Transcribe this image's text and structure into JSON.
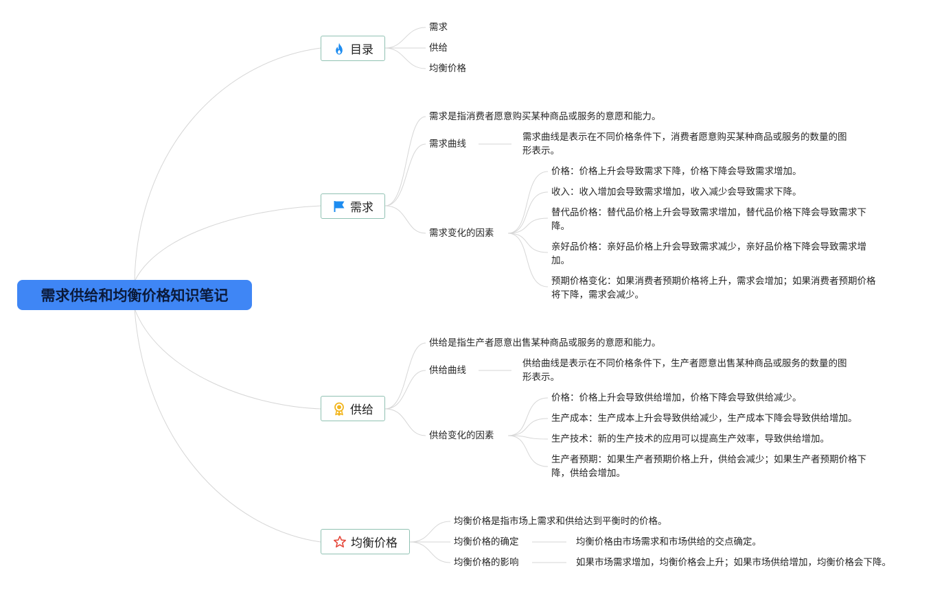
{
  "root": "需求供给和均衡价格知识笔记",
  "toc": {
    "label": "目录",
    "icon": "flame-icon",
    "items": [
      "需求",
      "供给",
      "均衡价格"
    ]
  },
  "demand": {
    "label": "需求",
    "icon": "flag-icon",
    "definition": "需求是指消费者愿意购买某种商品或服务的意愿和能力。",
    "curve_label": "需求曲线",
    "curve_desc_1": "需求曲线是表示在不同价格条件下，消费者愿意购买某种商品或服务的数量的图",
    "curve_desc_2": "形表示。",
    "factors_label": "需求变化的因素",
    "factors": [
      {
        "line1": "价格：价格上升会导致需求下降，价格下降会导致需求增加。",
        "line2": ""
      },
      {
        "line1": "收入：收入增加会导致需求增加，收入减少会导致需求下降。",
        "line2": ""
      },
      {
        "line1": "替代品价格：替代品价格上升会导致需求增加，替代品价格下降会导致需求下",
        "line2": "降。"
      },
      {
        "line1": "亲好品价格：亲好品价格上升会导致需求减少，亲好品价格下降会导致需求增",
        "line2": "加。"
      },
      {
        "line1": "预期价格变化：如果消费者预期价格将上升，需求会增加；如果消费者预期价格",
        "line2": "将下降，需求会减少。"
      }
    ]
  },
  "supply": {
    "label": "供给",
    "icon": "award-medal-icon",
    "definition": "供给是指生产者愿意出售某种商品或服务的意愿和能力。",
    "curve_label": "供给曲线",
    "curve_desc_1": "供给曲线是表示在不同价格条件下，生产者愿意出售某种商品或服务的数量的图",
    "curve_desc_2": "形表示。",
    "factors_label": "供给变化的因素",
    "factors": [
      {
        "line1": "价格：价格上升会导致供给增加，价格下降会导致供给减少。",
        "line2": ""
      },
      {
        "line1": "生产成本：生产成本上升会导致供给减少，生产成本下降会导致供给增加。",
        "line2": ""
      },
      {
        "line1": "生产技术：新的生产技术的应用可以提高生产效率，导致供给增加。",
        "line2": ""
      },
      {
        "line1": "生产者预期：如果生产者预期价格上升，供给会减少；如果生产者预期价格下",
        "line2": "降，供给会增加。"
      }
    ]
  },
  "equilibrium": {
    "label": "均衡价格",
    "icon": "star-icon",
    "definition": "均衡价格是指市场上需求和供给达到平衡时的价格。",
    "determination_label": "均衡价格的确定",
    "determination_desc": "均衡价格由市场需求和市场供给的交点确定。",
    "impact_label": "均衡价格的影响",
    "impact_desc": "如果市场需求增加，均衡价格会上升；如果市场供给增加，均衡价格会下降。"
  },
  "colors": {
    "root_fill": "#3f86f5",
    "branch_border": "#8fc1b2",
    "connector": "#d6d6d6",
    "flame": "#1d8cf0",
    "flag": "#1d8cf0",
    "medal": "#f2b51c",
    "star": "#e5473a"
  }
}
